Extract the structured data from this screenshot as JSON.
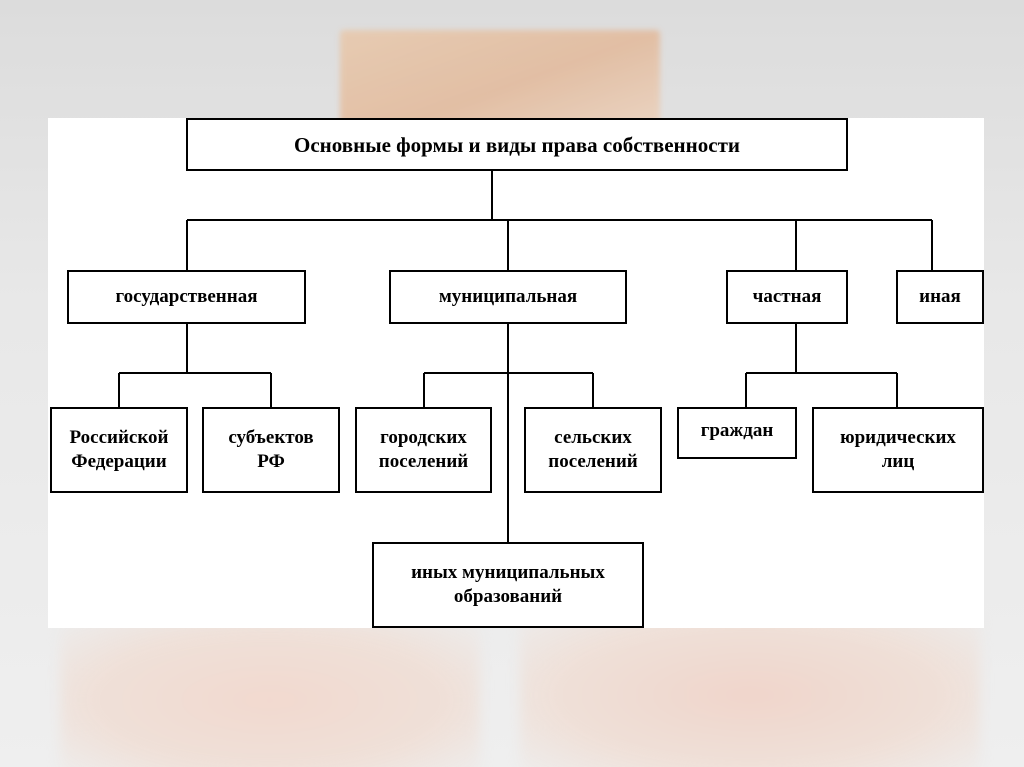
{
  "diagram": {
    "root": "Основные формы и виды права собственности",
    "forms": {
      "state": "государственная",
      "municipal": "муниципальная",
      "private": "частная",
      "other": "иная"
    },
    "types": {
      "russian_federation": "Российской\nФедерации",
      "rf_subjects": "субъектов\nРФ",
      "urban_settlements": "городских\nпоселений",
      "rural_settlements": "сельских\nпоселений",
      "other_municipal": "иных муниципальных\nобразований",
      "citizens": "граждан",
      "legal_entities": "юридических\nлиц"
    }
  }
}
